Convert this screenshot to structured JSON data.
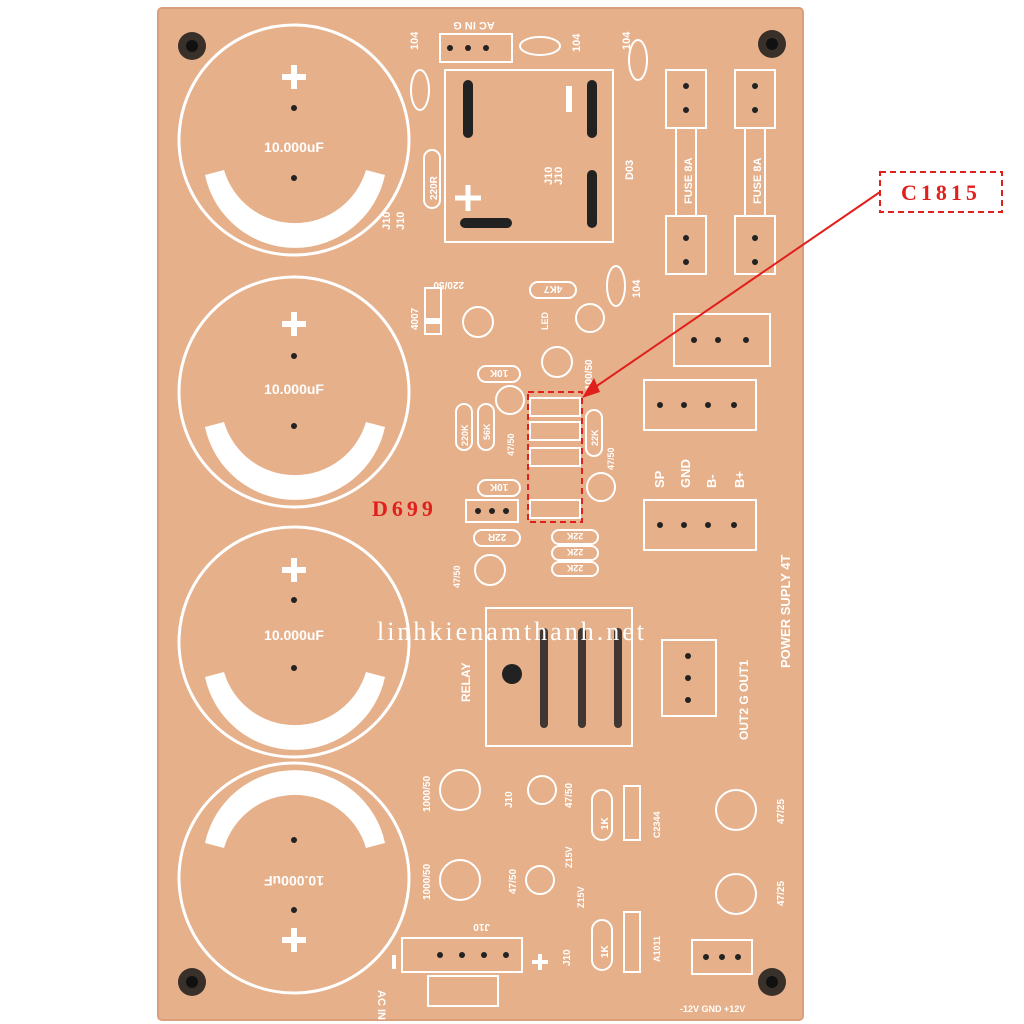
{
  "colors": {
    "board": "#e6b08a",
    "board_edge": "#d89f7a",
    "silkscreen": "#ffffff",
    "annotation_red": "#e0201c",
    "background": "#ffffff"
  },
  "board_labels": {
    "cap_values": [
      "10.000uF",
      "10.000uF",
      "10.000uF",
      "10.000uF"
    ],
    "ac_in_top": "AC IN G",
    "ac_in_bottom": "AC IN G",
    "c104": "104",
    "r220": "220R",
    "j10": "J10",
    "d03": "D03",
    "fuse": "FUSE 8A",
    "diode4007": "4007",
    "c220_50": "220/50",
    "r4k7": "4K7",
    "led": "LED",
    "c100_50": "100/50",
    "r10k": "10K",
    "r220k": "220K",
    "r56k": "56K",
    "c47_50": "47/50",
    "r22k": "22K",
    "r22r": "22R",
    "sp": "SP",
    "gnd": "GND",
    "bminus": "B-",
    "bplus": "B+",
    "power_suply": "POWER SUPLY 4T",
    "relay": "RELAY",
    "out": "OUT2 G OUT1",
    "c1000_50": "1000/50",
    "z15v": "Z15V",
    "r1k": "1K",
    "c2344": "C2344",
    "a1011": "A1011",
    "c47_25": "47/25",
    "pwr": "-12V GND +12V"
  },
  "watermark": "linhkienamthanh.net",
  "annotations": {
    "c1815": "C1815",
    "d699": "D699"
  }
}
